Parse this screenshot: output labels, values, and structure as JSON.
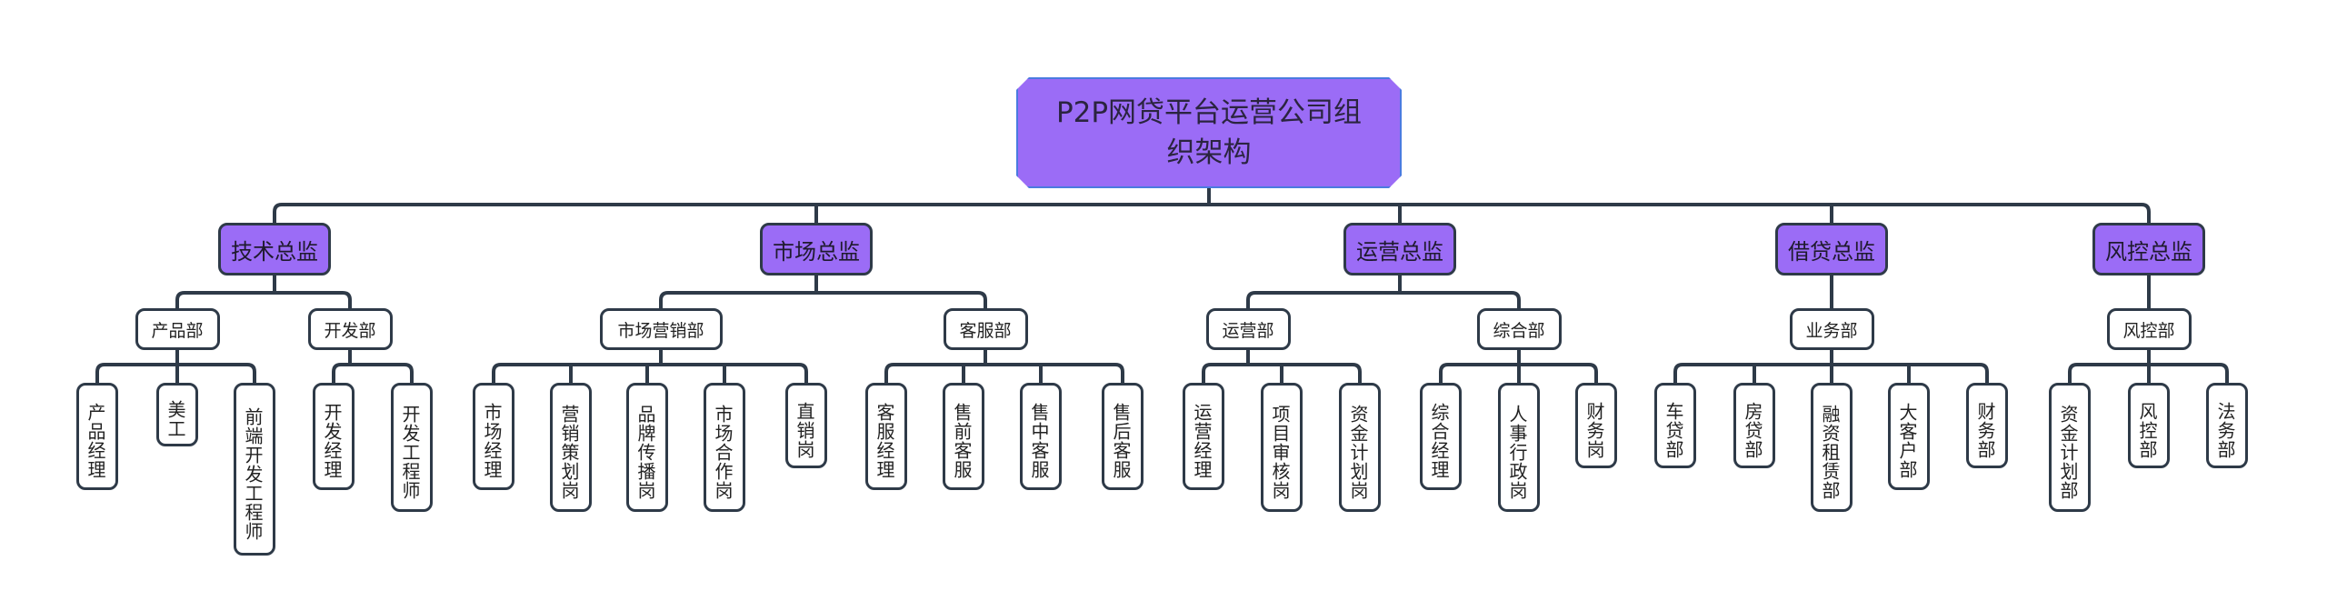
{
  "root": {
    "label": "P2P网贷平台运营公司组织架构",
    "line1": "P2P网贷平台运营公司组",
    "line2": "织架构"
  },
  "colors": {
    "director_fill": "#9b6cf6",
    "root_border": "#4a7be0",
    "line": "#2e3a48",
    "node_fill": "#ffffff"
  },
  "directors": [
    {
      "label": "技术总监",
      "depts": [
        {
          "label": "产品部",
          "roles": [
            "产品经理",
            "美工",
            "前端开发工程师"
          ]
        },
        {
          "label": "开发部",
          "roles": [
            "开发经理",
            "开发工程师"
          ]
        }
      ]
    },
    {
      "label": "市场总监",
      "depts": [
        {
          "label": "市场营销部",
          "roles": [
            "市场经理",
            "营销策划岗",
            "品牌传播岗",
            "市场合作岗",
            "直销岗"
          ]
        },
        {
          "label": "客服部",
          "roles": [
            "客服经理",
            "售前客服",
            "售中客服",
            "售后客服"
          ]
        }
      ]
    },
    {
      "label": "运营总监",
      "depts": [
        {
          "label": "运营部",
          "roles": [
            "运营经理",
            "项目审核岗",
            "资金计划岗"
          ]
        },
        {
          "label": "综合部",
          "roles": [
            "综合经理",
            "人事行政岗",
            "财务岗"
          ]
        }
      ]
    },
    {
      "label": "借贷总监",
      "depts": [
        {
          "label": "业务部",
          "roles": [
            "车贷部",
            "房贷部",
            "融资租赁部",
            "大客户部",
            "财务部"
          ]
        }
      ]
    },
    {
      "label": "风控总监",
      "depts": [
        {
          "label": "风控部",
          "roles": [
            "资金计划部",
            "风控部",
            "法务部"
          ]
        }
      ]
    }
  ]
}
